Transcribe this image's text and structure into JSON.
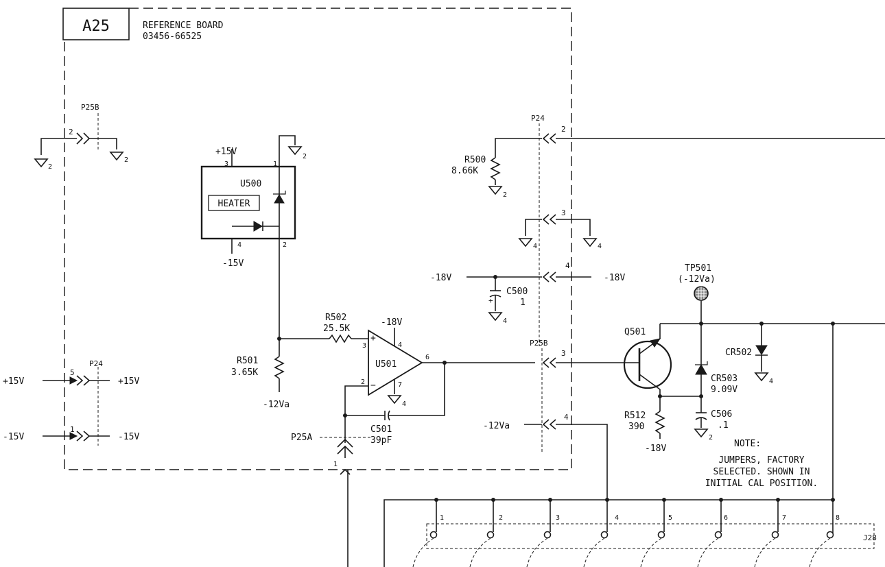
{
  "board": {
    "id": "A25",
    "title": "REFERENCE BOARD",
    "part_number": "03456-66525"
  },
  "connectors": {
    "p25b_left": "P25B",
    "p24_top": "P24",
    "p24_left": "P24",
    "p25b_right": "P25B",
    "p25a": "P25A",
    "j28": "J28"
  },
  "pins": {
    "p25b_left_2": "2",
    "p24_top_2": "2",
    "p24_top_3": "3",
    "p24_top_4": "4",
    "p24_left_5": "5",
    "p24_left_1": "1",
    "p25b_right_3": "3",
    "p25b_right_4": "4",
    "p25a_1": "1",
    "u500_3": "3",
    "u500_1": "1",
    "u500_4": "4",
    "u500_2": "2",
    "u501_3": "3",
    "u501_2": "2",
    "u501_4": "4",
    "u501_7": "7",
    "u501_6": "6",
    "u501_plus": "+",
    "u501_minus": "−",
    "j28": [
      "1",
      "2",
      "3",
      "4",
      "5",
      "6",
      "7",
      "8"
    ]
  },
  "grounds": {
    "g2a": "2",
    "g2b": "2",
    "g2c": "2",
    "g2d": "2",
    "g2e": "2",
    "g4a": "4",
    "g4b": "4",
    "g4c": "4",
    "g4d": "4",
    "g4e": "4"
  },
  "components": {
    "u500": {
      "ref": "U500",
      "heater": "HEATER"
    },
    "u501": {
      "ref": "U501"
    },
    "r500": {
      "ref": "R500",
      "value": "8.66K"
    },
    "r501": {
      "ref": "R501",
      "value": "3.65K"
    },
    "r502": {
      "ref": "R502",
      "value": "25.5K"
    },
    "r512": {
      "ref": "R512",
      "value": "390"
    },
    "c500": {
      "ref": "C500",
      "value": "1",
      "polarity": "+"
    },
    "c501": {
      "ref": "C501",
      "value": "39pF"
    },
    "c506": {
      "ref": "C506",
      "value": ".1"
    },
    "q501": {
      "ref": "Q501"
    },
    "cr502": {
      "ref": "CR502"
    },
    "cr503": {
      "ref": "CR503",
      "value": "9.09V"
    },
    "tp501": {
      "ref": "TP501",
      "value": "(-12Va)"
    }
  },
  "rails": {
    "u500_p15": "+15V",
    "u500_m15": "-15V",
    "in_p15": "+15V",
    "out_p15": "+15V",
    "in_m15": "-15V",
    "out_m15": "-15V",
    "m18_left": "-18V",
    "m18_right": "-18V",
    "u501_m18": "-18V",
    "r501_m12va": "-12Va",
    "p25b_m12va": "-12Va",
    "r512_m18": "-18V"
  },
  "note": {
    "title": "NOTE:",
    "lines": [
      "JUMPERS, FACTORY",
      "SELECTED. SHOWN IN",
      "INITIAL CAL POSITION."
    ]
  }
}
